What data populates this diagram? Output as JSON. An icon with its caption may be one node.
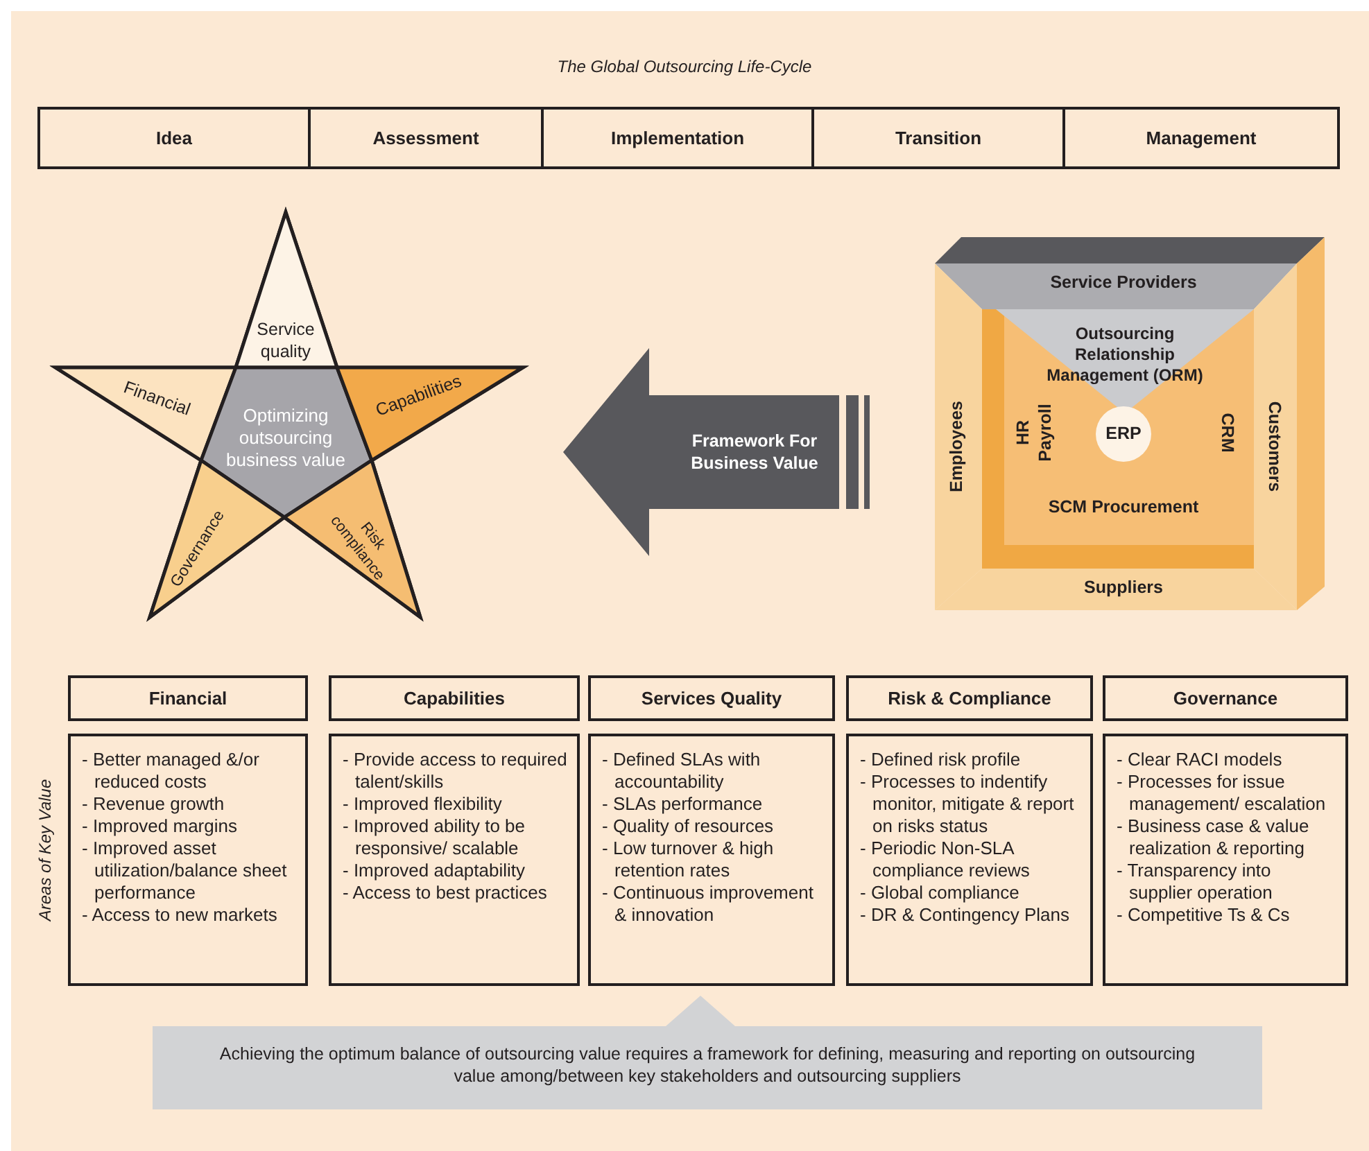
{
  "diagram": {
    "title": "The Global Outsourcing Life-Cycle",
    "nodes": [
      {
        "text": [
          "Idea"
        ]
      },
      {
        "text": [
          "Assessment"
        ]
      },
      {
        "text": [
          "Implementation"
        ]
      },
      {
        "text": [
          "Transition"
        ]
      },
      {
        "text": [
          "Management"
        ]
      },
      {
        "text": [],
        "shape": "star"
      },
      {
        "text": [
          "Service quality"
        ],
        "in": 5
      },
      {
        "text": [
          "Financial"
        ],
        "in": 5
      },
      {
        "text": [
          "Optimizing outsourcing business value"
        ],
        "in": 5
      },
      {
        "text": [
          "Capabilities"
        ],
        "in": 5
      },
      {
        "text": [
          "Governance"
        ],
        "in": 5
      },
      {
        "text": [
          "Risk compliance"
        ],
        "in": 5
      },
      {
        "text": [],
        "shape": "box"
      },
      {
        "text": [
          "Service Providers"
        ],
        "in": 12
      },
      {
        "text": [
          "Outsourcing Relationship Management (ORM)"
        ],
        "in": 12
      },
      {
        "text": [
          "Employees"
        ],
        "in": 12
      },
      {
        "text": [
          "ERP"
        ],
        "in": 12
      },
      {
        "text": [
          "Customers"
        ],
        "in": 12
      },
      {
        "text": [
          "Suppliers"
        ],
        "in": 12
      },
      {
        "text": [
          "Financial"
        ]
      },
      {
        "text": [
          "Capabilities"
        ]
      },
      {
        "text": [
          "Services Quality"
        ]
      },
      {
        "text": [
          "Risk & Compliance"
        ]
      },
      {
        "text": [
          "Governance"
        ]
      },
      {
        "text": [
          "- Better managed &/or reduced costs",
          "- Revenue growth",
          "- Improved margins",
          "- Improved asset utilization/balance sheet performance",
          "- Access to new markets"
        ]
      },
      {
        "text": [
          "- Provide access to required talent/skills",
          "- Improved flexibility",
          "- Improved ability to be responsive/ scalable",
          "- Improved adaptability",
          "- Access to best practices"
        ]
      },
      {
        "text": [
          "- Defined SLAs with accountability",
          "- SLAs performance",
          "- Quality of resources",
          "- Low turnover & high retention rates",
          "- Continuous improvement & innovation"
        ]
      },
      {
        "text": [
          "- Defined risk profile",
          "- Processes to indentify monitor, mitigate & report on risks status",
          "- Periodic Non-SLA compliance reviews",
          "- Global compliance",
          "- DR & Contingency Plans"
        ]
      },
      {
        "text": [
          "- Clear RACI models",
          "- Processes for issue management/ escalation",
          "- Business case & value realization & reporting",
          "- Transparency into supplier operation",
          "- Competitive Ts & Cs"
        ]
      },
      {
        "text": [
          "Achieving the optimum balance of outsourcing value requires a framework for defining, measuring and reporting on outsourcing value among/between key stakeholders and outsourcing suppliers"
        ]
      }
    ],
    "edges": [
      {
        "from": 12,
        "to": 5,
        "arrow": "to",
        "label": "Framework For Business Value",
        "style": "thick"
      }
    ],
    "labels": [
      "HR Payroll",
      "CRM",
      "SCM Procurement",
      "Areas of Key Value"
    ]
  }
}
